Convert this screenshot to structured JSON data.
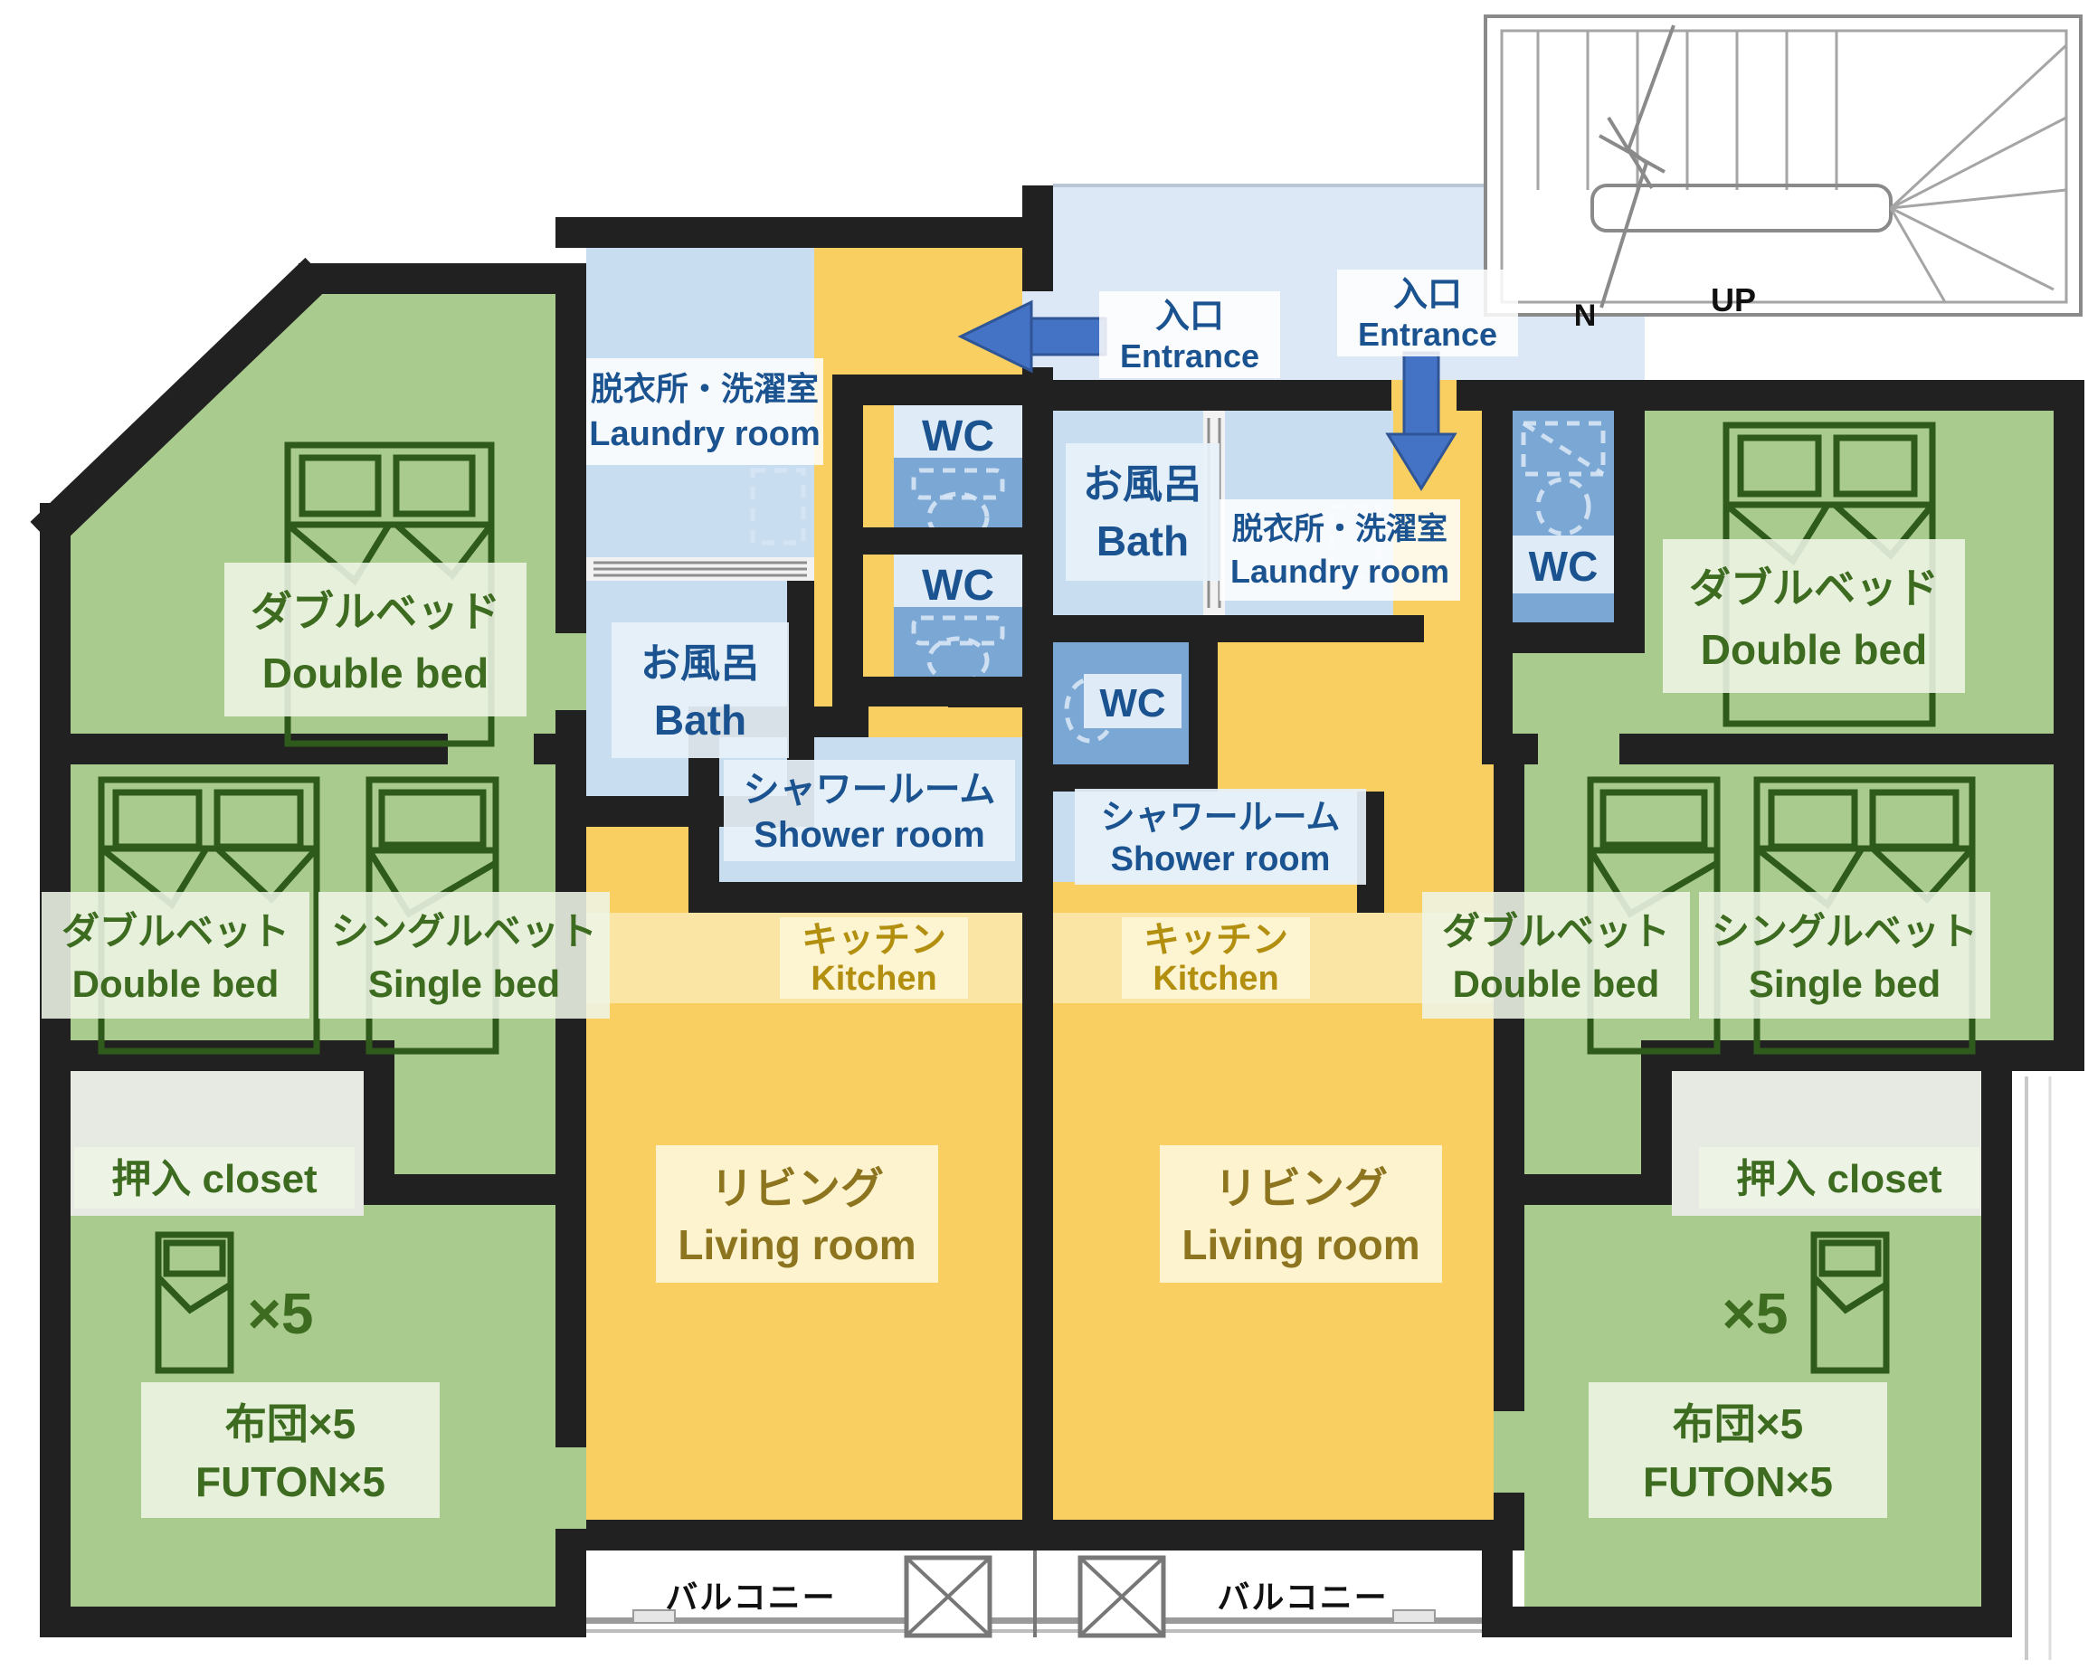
{
  "palette": {
    "wall": "#212121",
    "floor_unit_yellow": "#f8cf60",
    "floor_kitchen_band": "#fbe5a4",
    "floor_bedroom_green": "#a9cc8e",
    "floor_wet_blue": "#c9ddf0",
    "floor_toilet_blue": "#7aa7d4",
    "floor_lobby_blue": "#dce8f5",
    "closet_strip_gray": "#e7eae3",
    "arrow_blue": "#4472c4",
    "text_blue": "#1b5390",
    "text_green": "#3d6b1f",
    "text_gold": "#b38f10",
    "text_olive": "#8d7520"
  },
  "stairwell": {
    "up": "UP",
    "n": "N"
  },
  "balcony": {
    "left": "バルコニー",
    "right": "バルコニー"
  },
  "left_unit": {
    "entrance_jp": "入口",
    "entrance_en": "Entrance",
    "laundry_jp": "脱衣所・洗濯室",
    "laundry_en": "Laundry room",
    "bath_jp": "お風呂",
    "bath_en": "Bath",
    "wc_upper": "WC",
    "wc_lower": "WC",
    "shower_jp": "シャワールーム",
    "shower_en": "Shower room",
    "kitchen_jp": "キッチン",
    "kitchen_en": "Kitchen",
    "living_jp": "リビング",
    "living_en": "Living room"
  },
  "right_unit": {
    "entrance_jp": "入口",
    "entrance_en": "Entrance",
    "laundry_jp": "脱衣所・洗濯室",
    "laundry_en": "Laundry room",
    "bath_jp": "お風呂",
    "bath_en": "Bath",
    "wc_entrance": "WC",
    "wc_inner": "WC",
    "shower_jp": "シャワールーム",
    "shower_en": "Shower room",
    "kitchen_jp": "キッチン",
    "kitchen_en": "Kitchen",
    "living_jp": "リビング",
    "living_en": "Living room"
  },
  "left_rooms": {
    "top_bedroom_jp": "ダブルベッド",
    "top_bedroom_en": "Double bed",
    "mid_double_jp": "ダブルベット",
    "mid_double_en": "Double bed",
    "mid_single_jp": "シングルベット",
    "mid_single_en": "Single bed",
    "closet": "押入 closet",
    "futon_multiplier": "×5",
    "futon_jp": "布団×5",
    "futon_en": "FUTON×5"
  },
  "right_rooms": {
    "top_bedroom_jp": "ダブルベッド",
    "top_bedroom_en": "Double bed",
    "mid_double_jp": "ダブルベット",
    "mid_double_en": "Double bed",
    "mid_single_jp": "シングルベット",
    "mid_single_en": "Single bed",
    "closet": "押入 closet",
    "futon_multiplier": "×5",
    "futon_jp": "布団×5",
    "futon_en": "FUTON×5"
  }
}
